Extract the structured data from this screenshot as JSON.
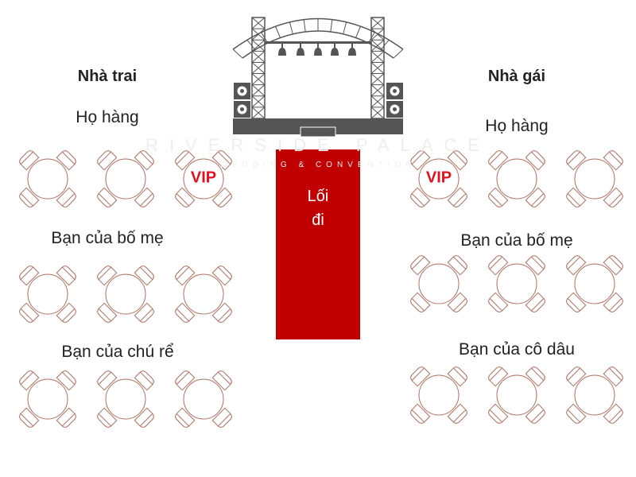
{
  "colors": {
    "aisle": "#c00000",
    "vip": "#e0101e",
    "table_stroke": "#b07060",
    "stage": "#555555"
  },
  "watermark": {
    "name": "RIVERSIDE PALACE",
    "subtitle": "WEDDING & CONVENTION"
  },
  "stage": {
    "icon": "stage-truss-icon"
  },
  "aisle": {
    "line1": "Lối",
    "line2": "đi"
  },
  "groom_side": {
    "title": "Nhà trai",
    "sections": [
      "Họ hàng",
      "Bạn của bố mẹ",
      "Bạn của chú rể"
    ],
    "vip_label": "VIP"
  },
  "bride_side": {
    "title": "Nhà gái",
    "sections": [
      "Họ hàng",
      "Bạn của bố mẹ",
      "Bạn của cô dâu"
    ],
    "vip_label": "VIP"
  }
}
